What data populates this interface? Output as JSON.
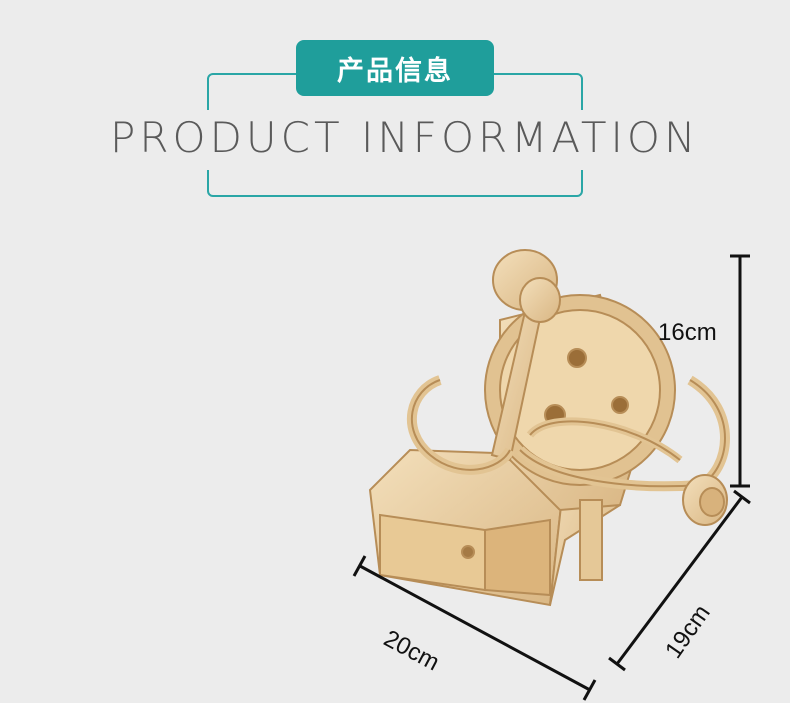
{
  "header": {
    "badge_text": "产品信息",
    "title_text": "PRODUCT INFORMATION"
  },
  "dimensions": {
    "height_label": "16cm",
    "width_label": "20cm",
    "depth_label": "19cm"
  },
  "colors": {
    "accent": "#1f9e9b",
    "background": "#ececec",
    "wood": "#e8cfa3"
  }
}
